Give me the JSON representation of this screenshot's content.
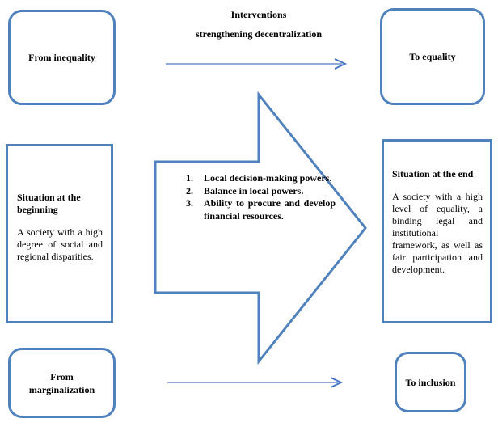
{
  "colors": {
    "border_blue": "#4f81bd",
    "arrow_line": "#6b8fd0",
    "arrow_head": "#4472c4",
    "text_color": "#000000"
  },
  "header": {
    "line1": "Interventions",
    "line2": "strengthening decentralization"
  },
  "boxes": {
    "top_left": {
      "label": "From inequality"
    },
    "top_right": {
      "label": "To equality"
    },
    "bottom_left": {
      "label": "From marginalization"
    },
    "bottom_right": {
      "label": "To inclusion"
    }
  },
  "panels": {
    "begin": {
      "title": "Situation at the beginning",
      "body": "A society with a high degree of social and regional disparities."
    },
    "end": {
      "title": "Situation at the end",
      "body": "A society with a high level of equality, a binding legal and institutional framework, as well as fair participation and development."
    }
  },
  "process_arrow": {
    "items": [
      {
        "num": "1.",
        "text": "Local decision-making powers."
      },
      {
        "num": "2.",
        "text": "Balance in local powers."
      },
      {
        "num": "3.",
        "text": "Ability to procure and develop financial resources."
      }
    ]
  }
}
